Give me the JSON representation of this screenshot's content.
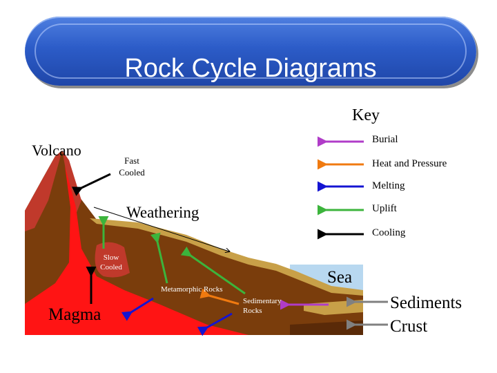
{
  "title": "Rock Cycle Diagrams",
  "key": {
    "title": "Key",
    "items": [
      {
        "label": "Burial",
        "color": "#b03cc8"
      },
      {
        "label": "Heat and Pressure",
        "color": "#f07a10"
      },
      {
        "label": "Melting",
        "color": "#1414d2"
      },
      {
        "label": "Uplift",
        "color": "#3cb43c"
      },
      {
        "label": "Cooling",
        "color": "#000000"
      }
    ]
  },
  "labels": {
    "volcano": "Volcano",
    "fast_cooled": "Fast Cooled",
    "weathering": "Weathering",
    "slow_cooled": "Slow Cooled",
    "metamorphic_rocks": "Metamorphic Rocks",
    "sedimentary_rocks": "Sedimentary Rocks",
    "sea": "Sea",
    "magma": "Magma",
    "sediments": "Sediments",
    "crust": "Crust"
  },
  "colors": {
    "magma": "#ff1414",
    "earth": "#7a3d0c",
    "volcano_red": "#c0392b",
    "sediment": "#c8a048",
    "sea": "#b8d8f0",
    "crust_grey": "#808080"
  }
}
